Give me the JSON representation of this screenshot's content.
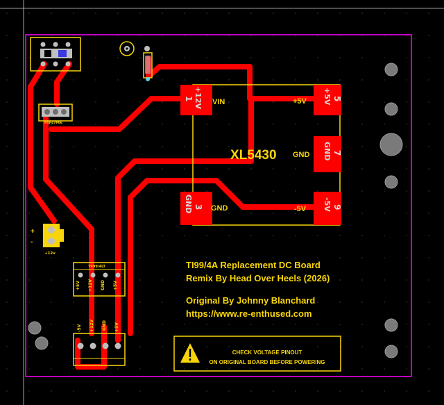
{
  "board": {
    "colors": {
      "background": "#000000",
      "outline": "#ff00ff",
      "copper": "#ff0000",
      "silkscreen": "#f7d50a",
      "pad": "#bfbfbf",
      "hole": "#6e6e6e"
    },
    "regulator": {
      "name": "XL5430",
      "pins": [
        {
          "number": "1",
          "name": "+12V",
          "net": "VIN"
        },
        {
          "number": "3",
          "name": "GND",
          "net": "GND"
        },
        {
          "number": "5",
          "name": "+5V",
          "net": "+5V"
        },
        {
          "number": "7",
          "name": "GND",
          "net": "GND"
        },
        {
          "number": "9",
          "name": "-5V",
          "net": "-5V"
        }
      ]
    },
    "fuse_label": "FGP47P06",
    "power_label": "+12v",
    "power_plus": "+",
    "power_minus": "-",
    "top_connector": {
      "label": "T999/4LT",
      "pins": [
        "+5V",
        "+12V",
        "GND",
        "+5V"
      ]
    },
    "bottom_connector": {
      "pins": [
        "-5V",
        "+12V",
        "GND",
        "+5V"
      ]
    },
    "info": {
      "line1": "TI99/4A Replacement DC Board",
      "line2": "Remix By Head Over Heels (2026)",
      "line3": "Original By Johnny Blanchard",
      "line4": "https://www.re-enthused.com"
    },
    "warning": {
      "line1": "CHECK VOLTAGE PINOUT",
      "line2": "ON ORIGINAL BOARD BEFORE POWERING",
      "icon": "warning-triangle-icon"
    }
  }
}
